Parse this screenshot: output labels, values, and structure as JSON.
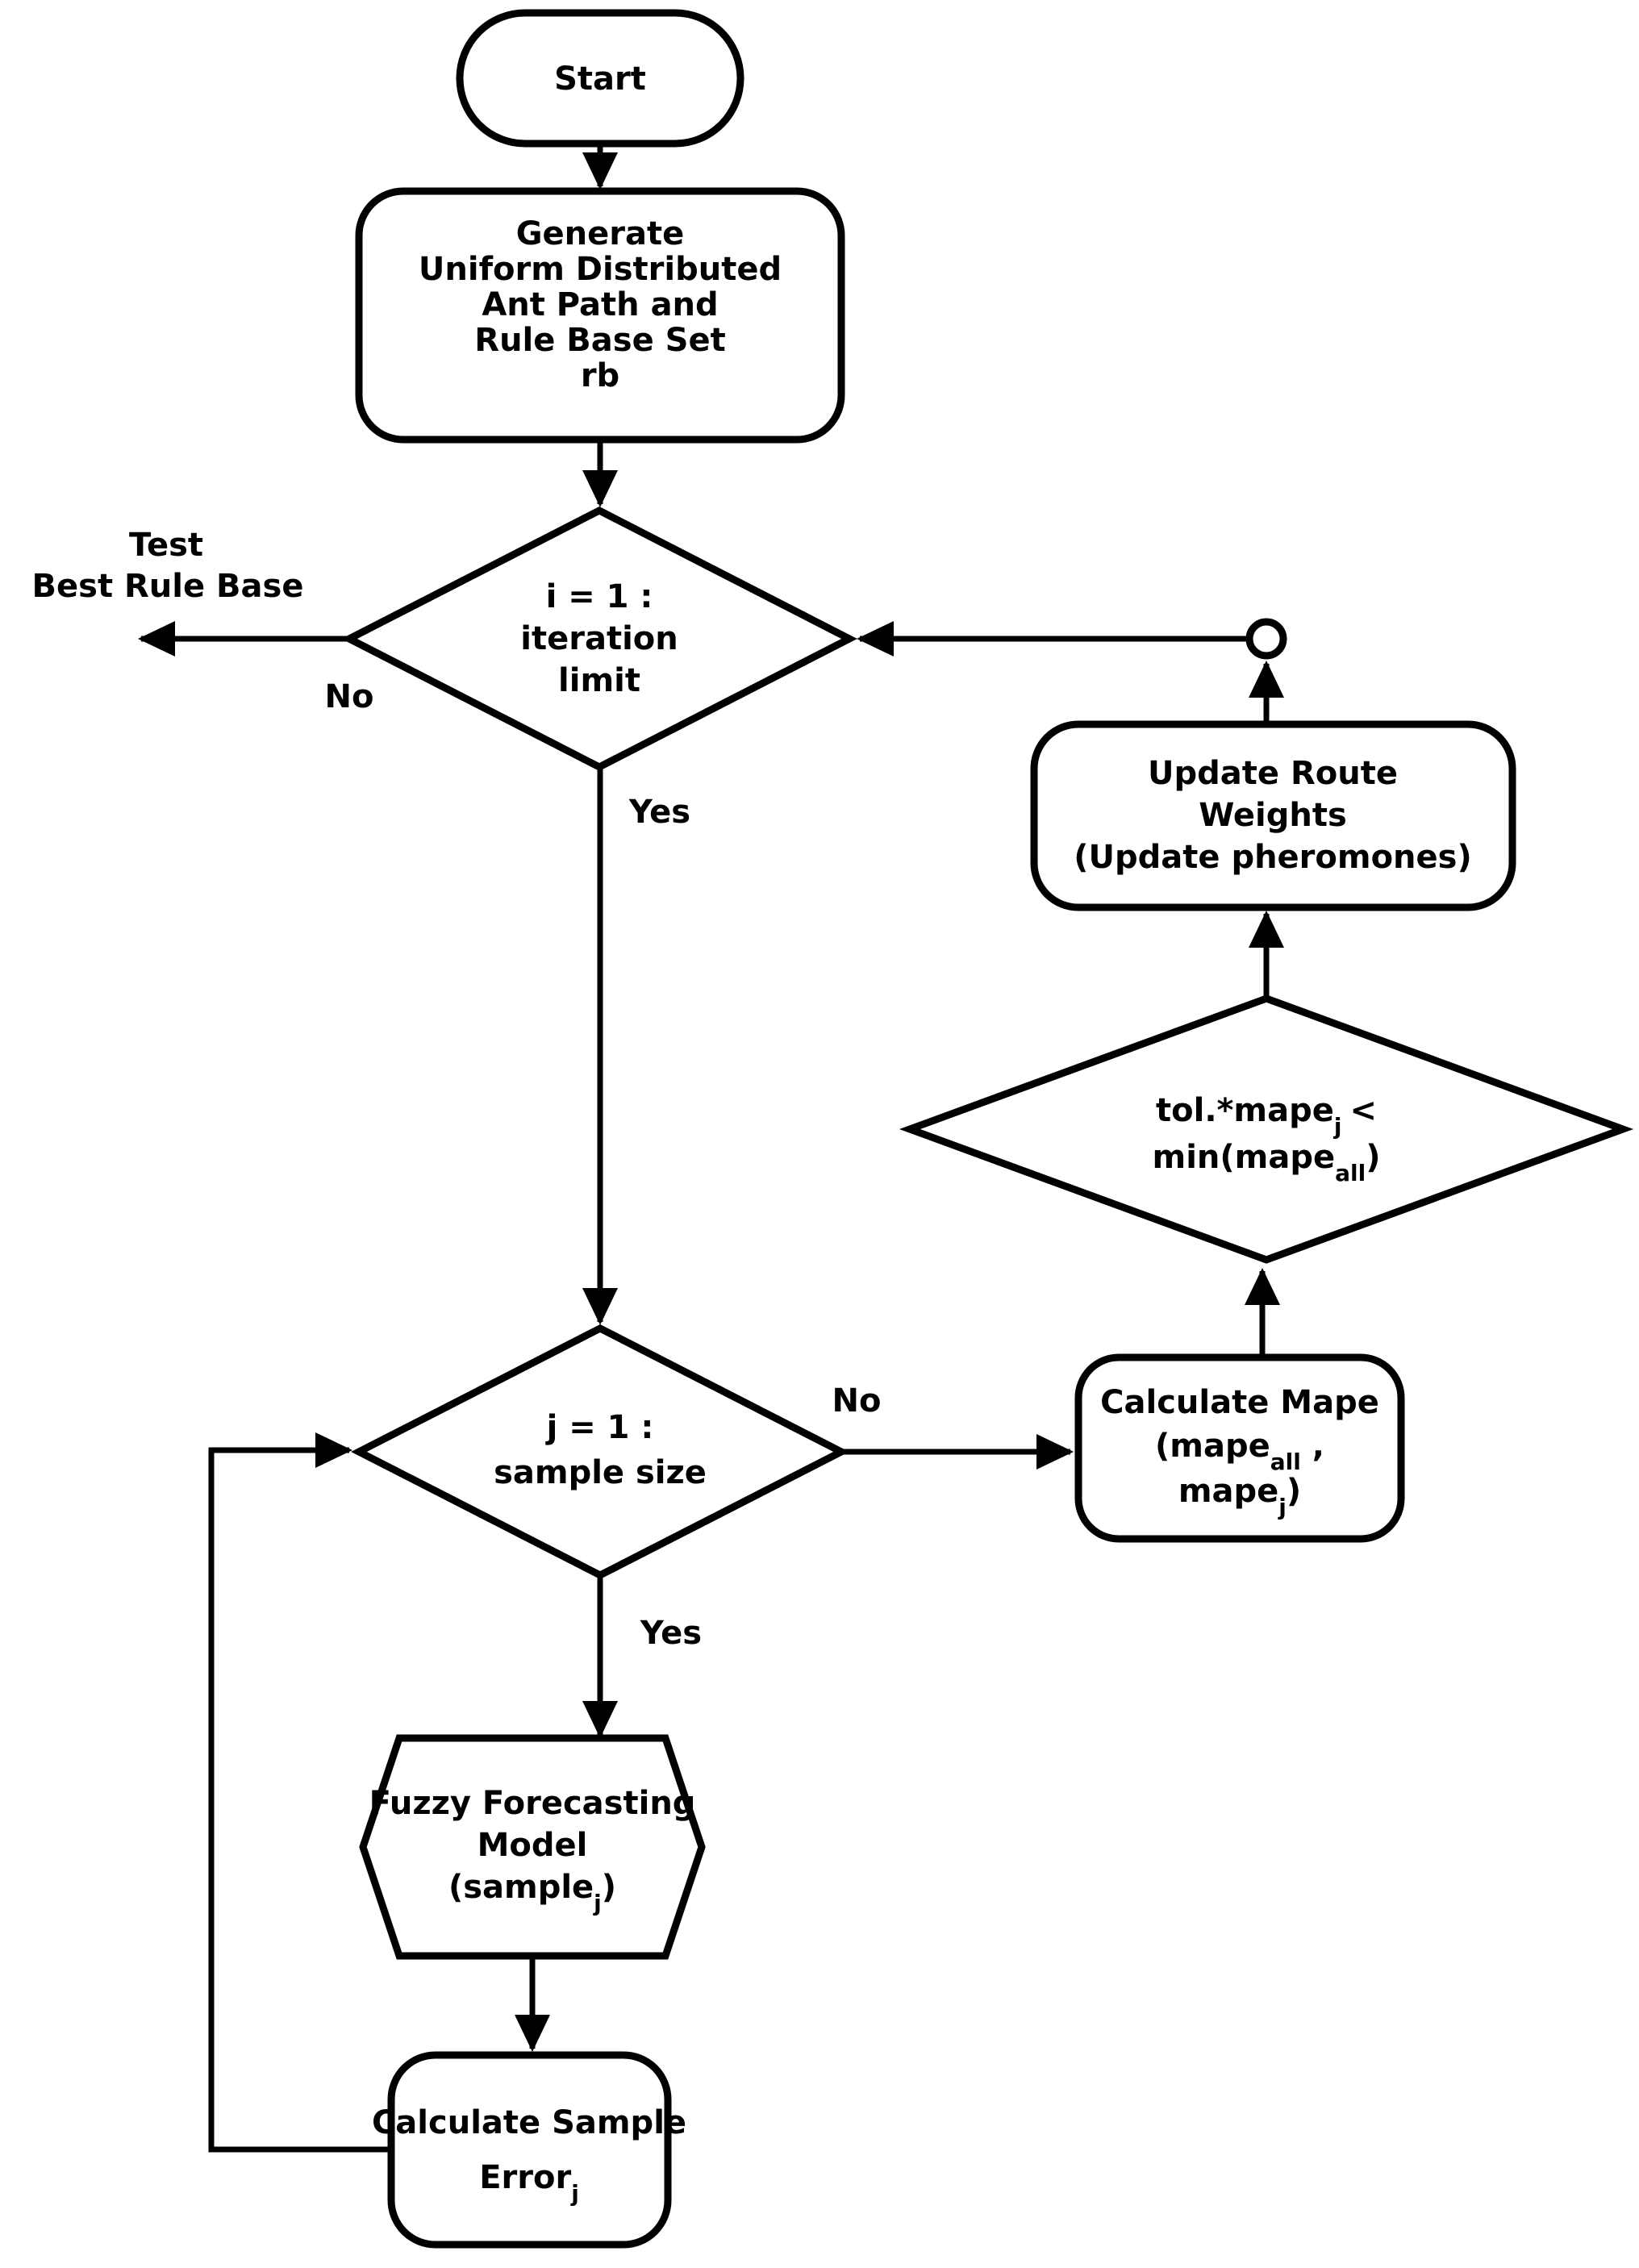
{
  "nodes": {
    "start": {
      "label": "Start"
    },
    "generate": {
      "lines": [
        "Generate",
        "Uniform Distributed",
        "Ant Path and",
        "Rule Base Set",
        "rb"
      ]
    },
    "iteration_decision": {
      "lines": [
        "i = 1 :",
        "iteration",
        "limit"
      ]
    },
    "test_best_rule_base": {
      "lines": [
        "Test",
        "Best Rule Base"
      ]
    },
    "sample_decision": {
      "lines": [
        "j = 1 :",
        "sample size"
      ]
    },
    "fuzzy_model": {
      "line1": "Fuzzy Forecasting",
      "line2": "Model",
      "line3_main": "(sample",
      "line3_sub": "j",
      "line3_end": ")"
    },
    "calc_sample_error": {
      "line1": "Calculate Sample",
      "line2_main": "Error",
      "line2_sub": "j"
    },
    "calc_mape": {
      "line1": "Calculate Mape",
      "line2_main": "(mape",
      "line2_sub": "all",
      "line2_end": ",",
      "line3_main": "mape",
      "line3_sub": "j",
      "line3_end": ")"
    },
    "tolerance_decision": {
      "line1_main": "tol.*mape",
      "line1_sub": "j",
      "line1_end": "<",
      "line2_main": "min(mape",
      "line2_sub": "all",
      "line2_end": ")"
    },
    "update_weights": {
      "lines": [
        "Update Route",
        "Weights",
        "(Update pheromones)"
      ]
    }
  },
  "edge_labels": {
    "iteration_no": "No",
    "iteration_yes": "Yes",
    "sample_no": "No",
    "sample_yes": "Yes"
  },
  "colors": {
    "stroke": "#000000",
    "shape_fill": "#ffffff",
    "background": "#ffffff",
    "text": "#000000"
  }
}
